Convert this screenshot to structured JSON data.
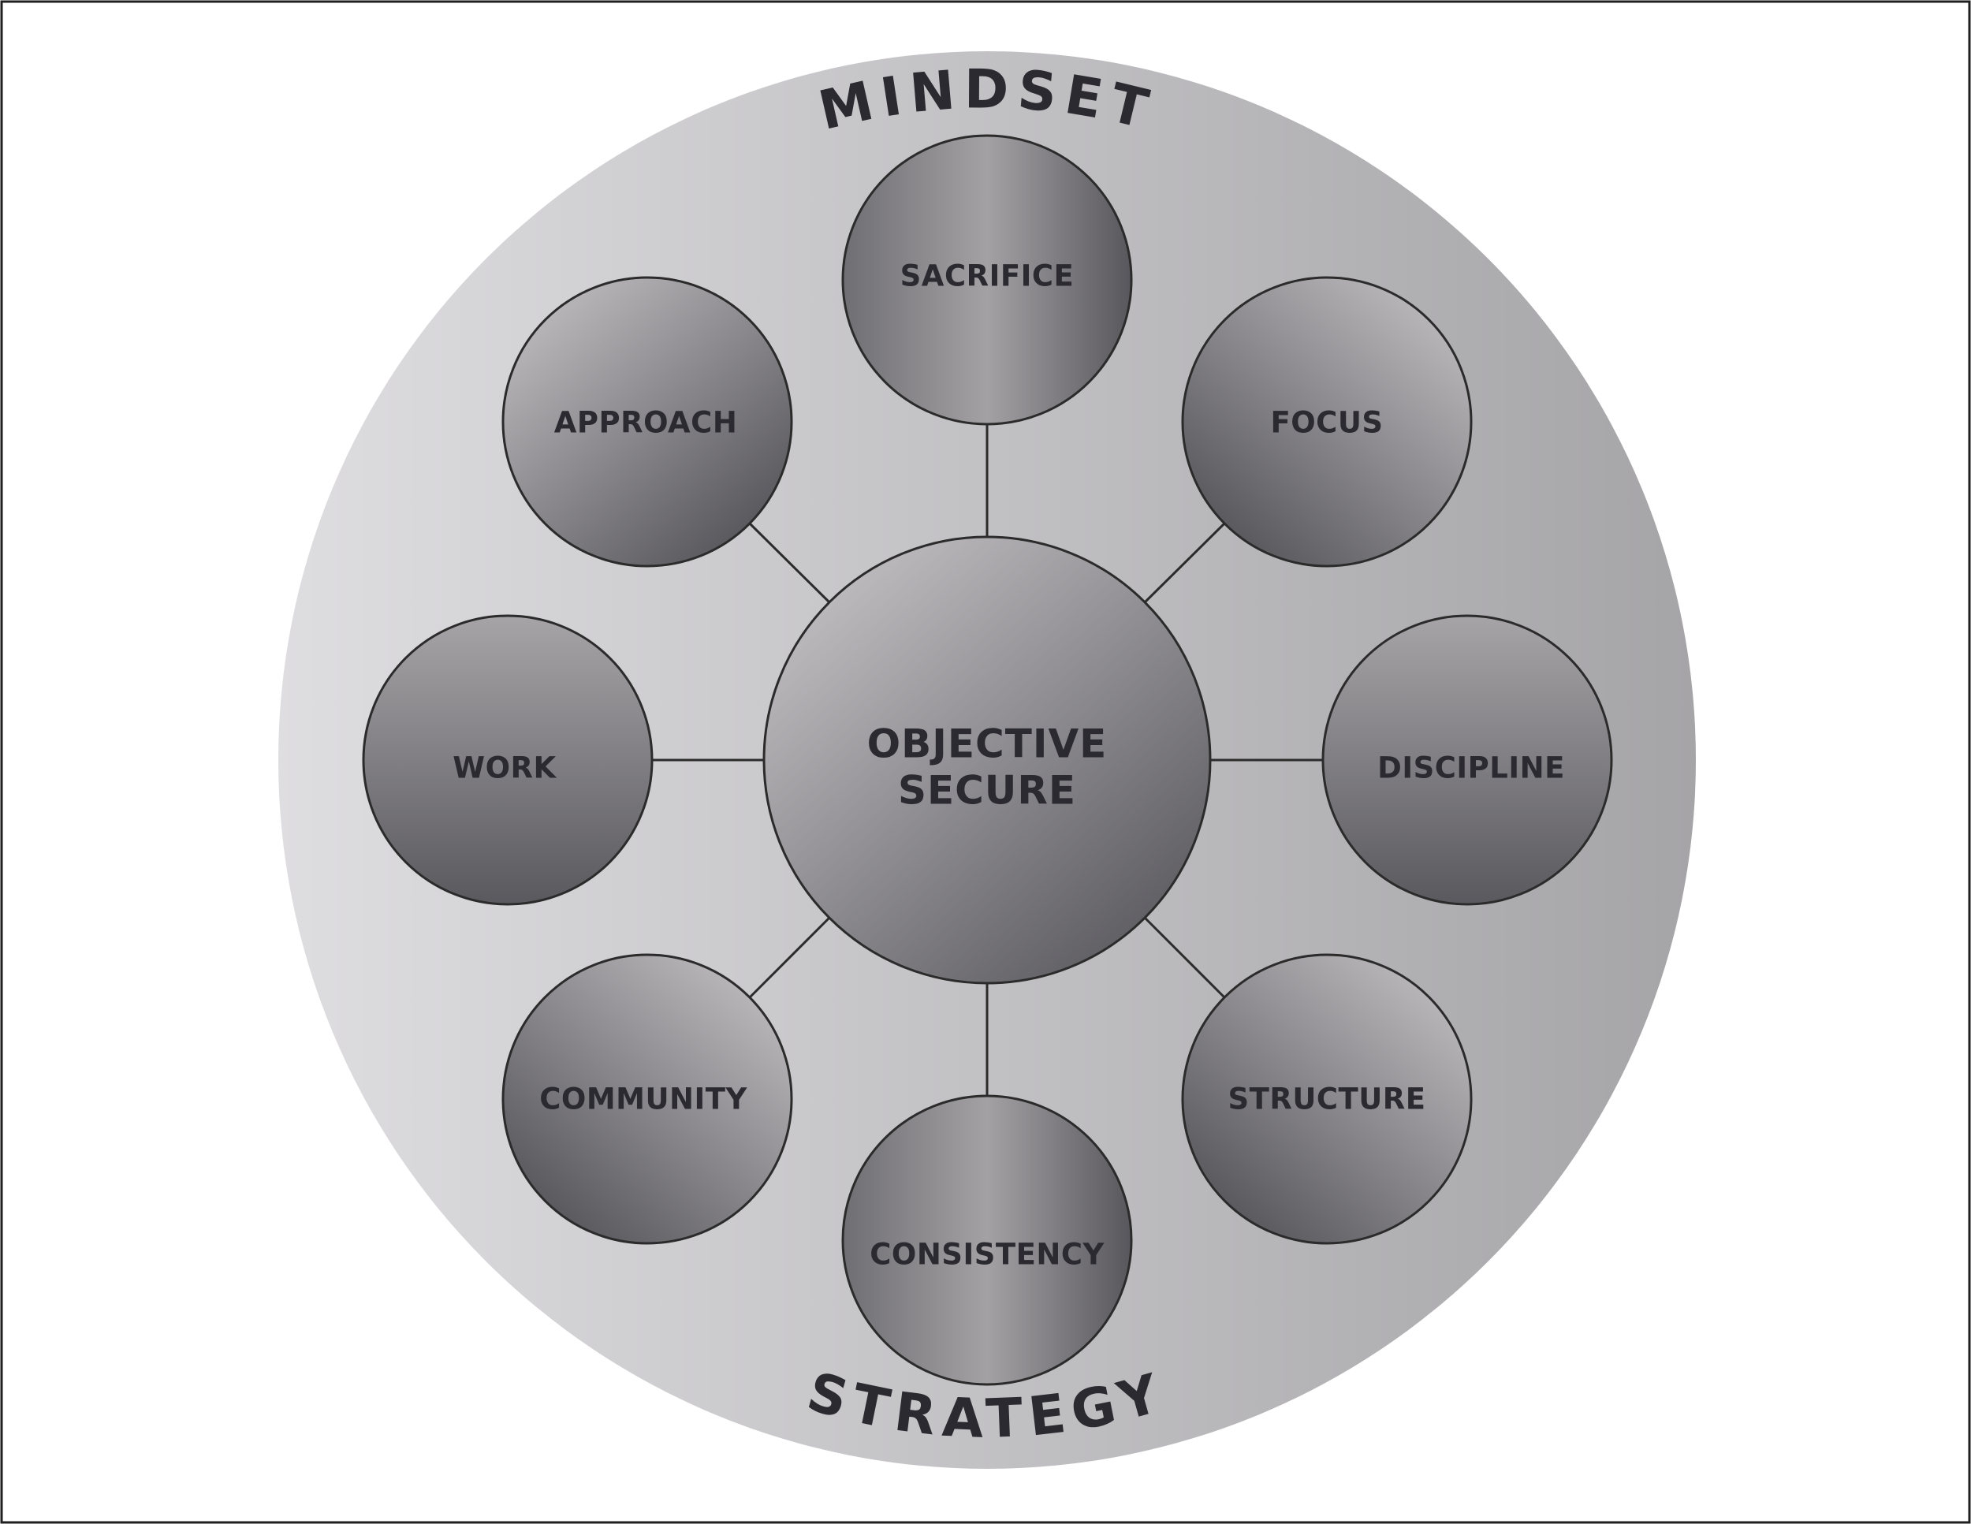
{
  "diagram": {
    "outer_top_label": "MINDSET",
    "outer_bottom_label": "STRATEGY",
    "center": {
      "lines": [
        "OBJECTIVE",
        "SECURE"
      ]
    },
    "nodes": [
      {
        "id": "sacrifice",
        "label": "SACRIFICE"
      },
      {
        "id": "focus",
        "label": "FOCUS"
      },
      {
        "id": "discipline",
        "label": "DISCIPLINE"
      },
      {
        "id": "structure",
        "label": "STRUCTURE"
      },
      {
        "id": "consistency",
        "label": "CONSISTENCY"
      },
      {
        "id": "community",
        "label": "COMMUNITY"
      },
      {
        "id": "work",
        "label": "WORK"
      },
      {
        "id": "approach",
        "label": "APPROACH"
      }
    ]
  }
}
